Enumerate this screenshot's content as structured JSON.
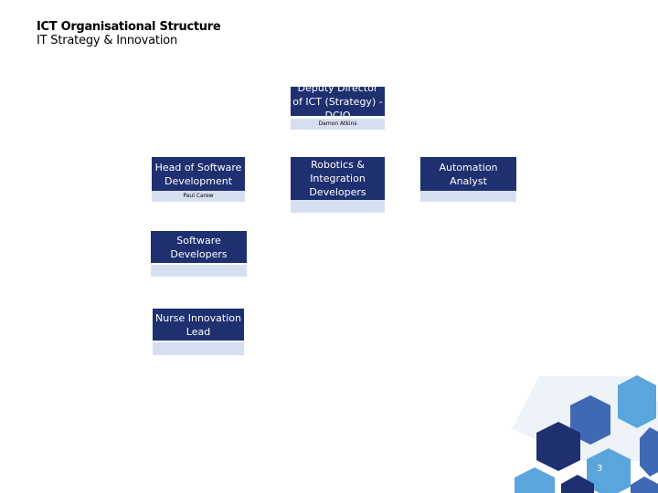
{
  "header": {
    "title": "ICT Organisational Structure",
    "subtitle": "IT Strategy & Innovation"
  },
  "nodes": {
    "deputy_director": {
      "title": "Deputy Director of ICT (Strategy) - DCIO",
      "name": "Damon Atkins"
    },
    "head_software_dev": {
      "title": "Head of Software Development",
      "name": "Paul Carew"
    },
    "robotics_integration": {
      "title": "Robotics & Integration Developers",
      "name": ""
    },
    "automation_analyst": {
      "title": "Automation Analyst",
      "name": ""
    },
    "software_developers": {
      "title": "Software Developers",
      "name": ""
    },
    "nurse_innovation_lead": {
      "title": "Nurse Innovation Lead",
      "name": ""
    }
  },
  "footer": {
    "page_number": "3"
  },
  "colors": {
    "node_title_bg": "#1f3071",
    "node_name_bg": "#d6dff0",
    "hex_dark": "#1f3071",
    "hex_mid": "#3f69b3",
    "hex_light": "#5aa5dc",
    "hex_pale": "#dfe9f5"
  }
}
